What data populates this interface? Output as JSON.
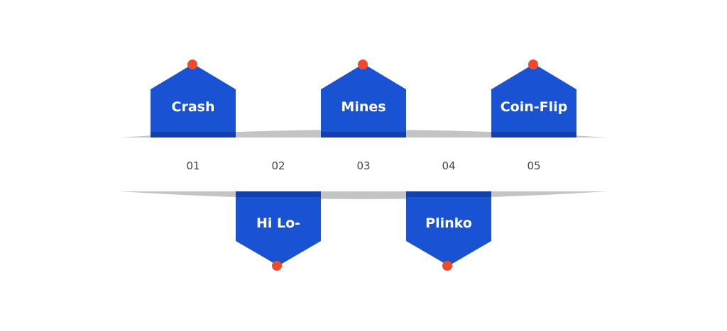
{
  "colors": {
    "marker_fill": "#1a52d4",
    "marker_edge": "#1440ab",
    "pin": "#f04a2c",
    "band_shadow": "#c4c4c4",
    "band_fill": "#ffffff",
    "number_text": "#444444",
    "label_text": "#ffffff"
  },
  "steps": [
    {
      "number": "01",
      "label": "Crash",
      "side": "top"
    },
    {
      "number": "02",
      "label": "Hi Lo-",
      "side": "bottom"
    },
    {
      "number": "03",
      "label": "Mines",
      "side": "top"
    },
    {
      "number": "04",
      "label": "Plinko",
      "side": "bottom"
    },
    {
      "number": "05",
      "label": "Coin-Flip",
      "side": "top"
    }
  ]
}
